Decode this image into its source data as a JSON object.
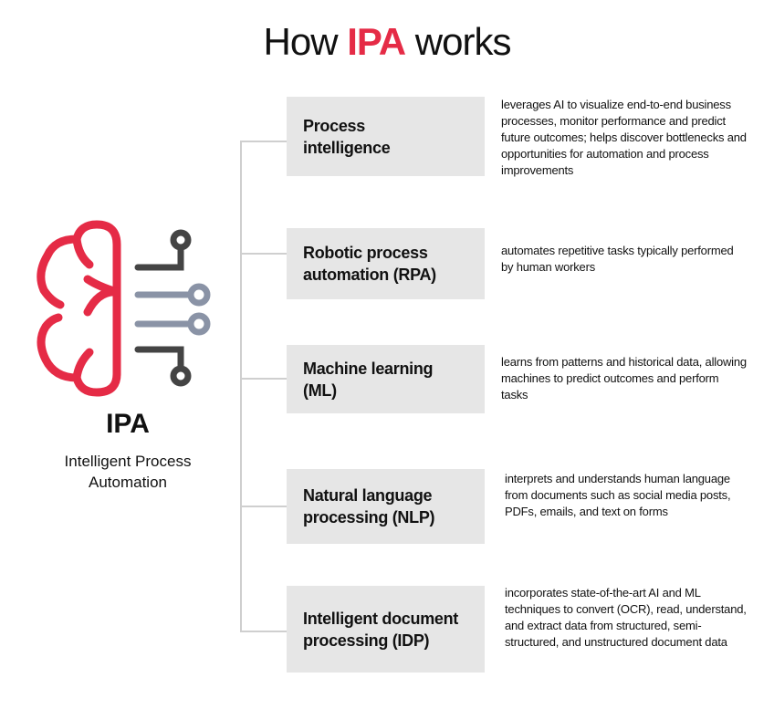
{
  "title": {
    "prefix": "How ",
    "accent": "IPA",
    "suffix": " works"
  },
  "center": {
    "abbr": "IPA",
    "line1": "Intelligent Process",
    "line2": "Automation"
  },
  "colors": {
    "accent": "#e52b46",
    "dark": "#444444",
    "gray": "#8a93a6",
    "box": "#e6e6e6"
  },
  "items": [
    {
      "title1": "Process",
      "title2": "intelligence",
      "desc": "leverages AI to visualize end-to-end business processes, monitor performance and predict future outcomes; helps discover bottlenecks and opportunities for automation and process improvements"
    },
    {
      "title1": "Robotic process",
      "title2": "automation (RPA)",
      "desc": "automates repetitive tasks typically performed by human workers"
    },
    {
      "title1": "Machine learning",
      "title2": "(ML)",
      "desc": "learns from patterns and historical data, allowing machines to predict outcomes and perform tasks"
    },
    {
      "title1": "Natural language",
      "title2": "processing (NLP)",
      "desc": "interprets and understands human language from documents such as social media posts, PDFs, emails, and text on forms"
    },
    {
      "title1": "Intelligent document",
      "title2": "processing (IDP)",
      "desc": "incorporates state-of-the-art AI and ML techniques to convert (OCR), read, understand, and extract data from structured, semi-structured, and unstructured document data"
    }
  ]
}
